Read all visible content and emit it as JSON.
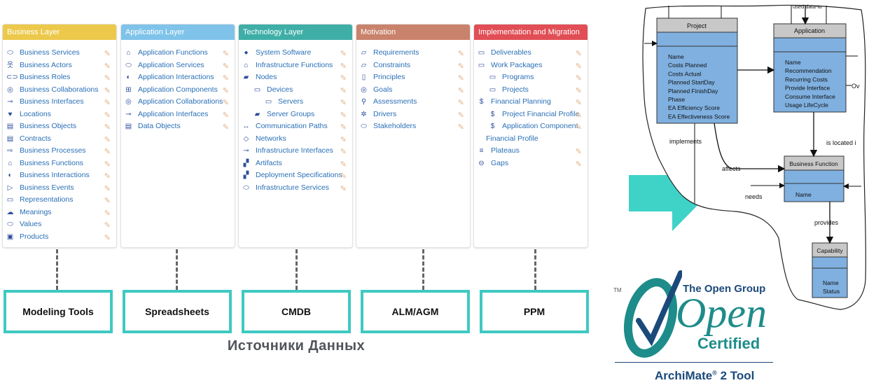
{
  "layers": [
    {
      "title": "Business Layer",
      "color": "#ecc94b",
      "items": [
        {
          "label": "Business Services",
          "icon": "service-icon",
          "glyph": "⬭",
          "indent": 0
        },
        {
          "label": "Business Actors",
          "icon": "actor-icon",
          "glyph": "웃",
          "indent": 0
        },
        {
          "label": "Business Roles",
          "icon": "role-icon",
          "glyph": "⊂⊃",
          "indent": 0
        },
        {
          "label": "Business Collaborations",
          "icon": "collaboration-icon",
          "glyph": "◎",
          "indent": 0
        },
        {
          "label": "Business Interfaces",
          "icon": "interface-icon",
          "glyph": "⊸",
          "indent": 0
        },
        {
          "label": "Locations",
          "icon": "location-icon",
          "glyph": "♥",
          "indent": 0
        },
        {
          "label": "Business Objects",
          "icon": "object-icon",
          "glyph": "▤",
          "indent": 0
        },
        {
          "label": "Contracts",
          "icon": "contract-icon",
          "glyph": "▤",
          "indent": 0
        },
        {
          "label": "Business Processes",
          "icon": "process-icon",
          "glyph": "⇨",
          "indent": 0
        },
        {
          "label": "Business Functions",
          "icon": "function-icon",
          "glyph": "⌂",
          "indent": 0
        },
        {
          "label": "Business Interactions",
          "icon": "interaction-icon",
          "glyph": "◐",
          "indent": 0
        },
        {
          "label": "Business Events",
          "icon": "event-icon",
          "glyph": "▷",
          "indent": 0
        },
        {
          "label": "Representations",
          "icon": "representation-icon",
          "glyph": "▭",
          "indent": 0
        },
        {
          "label": "Meanings",
          "icon": "meaning-icon",
          "glyph": "☁",
          "indent": 0
        },
        {
          "label": "Values",
          "icon": "value-icon",
          "glyph": "⬭",
          "indent": 0
        },
        {
          "label": "Products",
          "icon": "product-icon",
          "glyph": "▣",
          "indent": 0
        }
      ]
    },
    {
      "title": "Application Layer",
      "color": "#7fc3ea",
      "items": [
        {
          "label": "Application Functions",
          "icon": "function-icon",
          "glyph": "⌂",
          "indent": 0
        },
        {
          "label": "Application Services",
          "icon": "service-icon",
          "glyph": "⬭",
          "indent": 0
        },
        {
          "label": "Application Interactions",
          "icon": "interaction-icon",
          "glyph": "◐",
          "indent": 0
        },
        {
          "label": "Application Components",
          "icon": "component-icon",
          "glyph": "⊞",
          "indent": 0
        },
        {
          "label": "Application Collaborations",
          "icon": "collaboration-icon",
          "glyph": "◎",
          "indent": 0
        },
        {
          "label": "Application Interfaces",
          "icon": "interface-icon",
          "glyph": "⊸",
          "indent": 0
        },
        {
          "label": "Data Objects",
          "icon": "data-object-icon",
          "glyph": "▤",
          "indent": 0
        }
      ]
    },
    {
      "title": "Technology Layer",
      "color": "#3eaea7",
      "items": [
        {
          "label": "System Software",
          "icon": "system-software-icon",
          "glyph": "●",
          "indent": 0
        },
        {
          "label": "Infrastructure Functions",
          "icon": "function-icon",
          "glyph": "⌂",
          "indent": 0
        },
        {
          "label": "Nodes",
          "icon": "node-icon",
          "glyph": "▰",
          "indent": 0
        },
        {
          "label": "Devices",
          "icon": "device-icon",
          "glyph": "▭",
          "indent": 1
        },
        {
          "label": "Servers",
          "icon": "server-icon",
          "glyph": "▭",
          "indent": 2
        },
        {
          "label": "Server Groups",
          "icon": "server-group-icon",
          "glyph": "▰",
          "indent": 1
        },
        {
          "label": "Communication Paths",
          "icon": "communication-path-icon",
          "glyph": "↔",
          "indent": 0
        },
        {
          "label": "Networks",
          "icon": "network-icon",
          "glyph": "◇",
          "indent": 0
        },
        {
          "label": "Infrastructure Interfaces",
          "icon": "interface-icon",
          "glyph": "⊸",
          "indent": 0
        },
        {
          "label": "Artifacts",
          "icon": "artifact-icon",
          "glyph": "▞",
          "indent": 0
        },
        {
          "label": "Deployment Specifications",
          "icon": "deployment-icon",
          "glyph": "▞",
          "indent": 0
        },
        {
          "label": "Infrastructure Services",
          "icon": "service-icon",
          "glyph": "⬭",
          "indent": 0
        }
      ]
    },
    {
      "title": "Motivation",
      "color": "#c9826b",
      "items": [
        {
          "label": "Requirements",
          "icon": "requirement-icon",
          "glyph": "▱",
          "indent": 0
        },
        {
          "label": "Constraints",
          "icon": "constraint-icon",
          "glyph": "▱",
          "indent": 0
        },
        {
          "label": "Principles",
          "icon": "principle-icon",
          "glyph": "▯",
          "indent": 0
        },
        {
          "label": "Goals",
          "icon": "goal-icon",
          "glyph": "◎",
          "indent": 0
        },
        {
          "label": "Assessments",
          "icon": "assessment-icon",
          "glyph": "⚲",
          "indent": 0
        },
        {
          "label": "Drivers",
          "icon": "driver-icon",
          "glyph": "✲",
          "indent": 0
        },
        {
          "label": "Stakeholders",
          "icon": "stakeholder-icon",
          "glyph": "⬭",
          "indent": 0
        }
      ]
    },
    {
      "title": "Implementation and Migration",
      "color": "#e14e55",
      "items": [
        {
          "label": "Deliverables",
          "icon": "deliverable-icon",
          "glyph": "▭",
          "indent": 0
        },
        {
          "label": "Work Packages",
          "icon": "work-package-icon",
          "glyph": "▭",
          "indent": 0
        },
        {
          "label": "Programs",
          "icon": "program-icon",
          "glyph": "▭",
          "indent": 1
        },
        {
          "label": "Projects",
          "icon": "project-icon",
          "glyph": "▭",
          "indent": 1
        },
        {
          "label": "Financial Planning",
          "icon": "financial-icon",
          "glyph": "$",
          "indent": 0
        },
        {
          "label": "Project Financial Profile",
          "icon": "financial-icon",
          "glyph": "$",
          "indent": 1
        },
        {
          "label": "Application Component",
          "icon": "financial-icon",
          "glyph": "$",
          "indent": 1
        },
        {
          "label": "Financial Profile",
          "icon": "",
          "glyph": "",
          "indent": 0
        },
        {
          "label": "Plateaus",
          "icon": "plateau-icon",
          "glyph": "≡",
          "indent": 0
        },
        {
          "label": "Gaps",
          "icon": "gap-icon",
          "glyph": "⊖",
          "indent": 0
        }
      ]
    }
  ],
  "sources": [
    "Modeling Tools",
    "Spreadsheets",
    "CMDB",
    "ALM/AGM",
    "PPM"
  ],
  "caption": "Источники Данных",
  "er": {
    "top_label": "used data-to",
    "project": {
      "title": "Project",
      "fields": [
        "Name",
        "Costs Planned",
        "Costs Actual",
        "Planned StartDay",
        "Planned FinishDay",
        "Phase",
        "EA Efficiency Score",
        "EA Effectiveness Score"
      ]
    },
    "application": {
      "title": "Application",
      "fields": [
        "Name",
        "Recommendation",
        "Recurring Costs",
        "Provide Interface",
        "Consume Interface",
        "Usage LifeCycle"
      ]
    },
    "business_function": {
      "title": "Business Function",
      "fields": [
        "Name"
      ]
    },
    "capability": {
      "title": "Capability",
      "fields": [
        "Name",
        "Status"
      ]
    },
    "relations": {
      "implements": "implements",
      "affects": "affects",
      "is_located": "is located i",
      "needs": "needs",
      "provides": "provides",
      "ov": "Ov"
    }
  },
  "certification": {
    "tm": "TM",
    "org": "The Open Group",
    "word": "Open",
    "certified": "Certified",
    "product": "ArchiMate",
    "reg": "®",
    "product_suffix": "2 Tool",
    "colors": {
      "teal": "#1e8c8a",
      "blue": "#1b4a7a"
    }
  },
  "arrow_color": "#3fd2c7"
}
